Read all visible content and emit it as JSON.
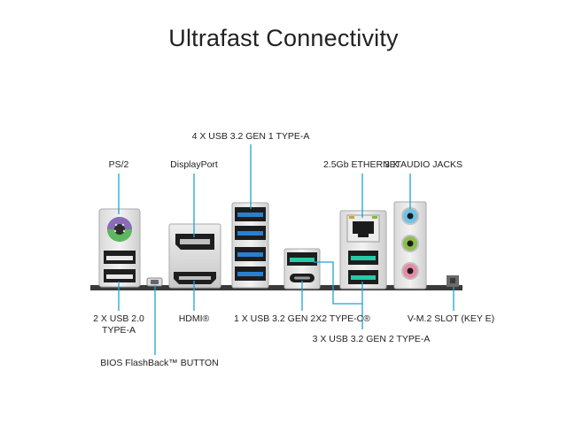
{
  "title": "Ultrafast Connectivity",
  "labels": {
    "ps2": "PS/2",
    "displayport": "DisplayPort",
    "usb32g1": "4 X USB 3.2 GEN 1 TYPE-A",
    "ethernet": "2.5Gb ETHERNET",
    "audio": "3 X AUDIO JACKS",
    "usb20_line1": "2 X USB 2.0",
    "usb20_line2": "TYPE-A",
    "hdmi": "HDMI®",
    "typec": "1 X USB 3.2 GEN 2X2 TYPE-C®",
    "vm2": "V-M.2 SLOT (KEY E)",
    "usb32g2": "3 X USB 3.2 GEN 2 TYPE-A",
    "bios": "BIOS FlashBack™ BUTTON"
  },
  "colors": {
    "leader": "#1ba3d6",
    "usb3_blue": "#2a7fd0",
    "usb_gen2_teal": "#28c9a7",
    "ps2_purple": "#8a6bb8",
    "ps2_green": "#5cb85c",
    "audio_blue": "#6fc3e8",
    "audio_green": "#8dbf4a",
    "audio_pink": "#e98aa8"
  },
  "icons": [
    "ps2-port-icon",
    "usb-port-icon",
    "displayport-icon",
    "hdmi-icon",
    "usb-c-icon",
    "ethernet-port-icon",
    "audio-jack-icon",
    "bios-button-icon",
    "m2-slot-icon"
  ]
}
